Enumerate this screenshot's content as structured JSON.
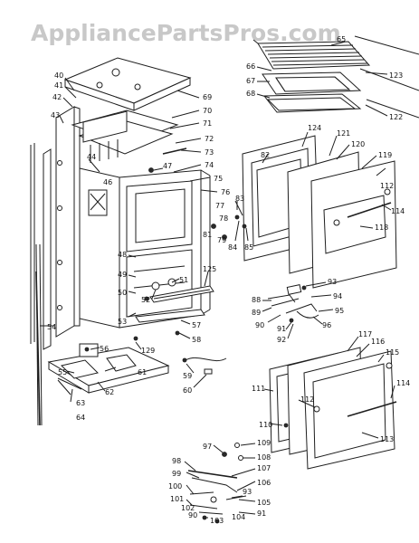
{
  "watermark": "AppliancePartsPros.com",
  "callouts": [
    {
      "id": "c40",
      "text": "40"
    },
    {
      "id": "c41",
      "text": "41"
    },
    {
      "id": "c42",
      "text": "42"
    },
    {
      "id": "c43",
      "text": "43"
    },
    {
      "id": "c44",
      "text": "44"
    },
    {
      "id": "c46",
      "text": "46"
    },
    {
      "id": "c47",
      "text": "47"
    },
    {
      "id": "c48",
      "text": "48"
    },
    {
      "id": "c49",
      "text": "49"
    },
    {
      "id": "c50",
      "text": "50"
    },
    {
      "id": "c51",
      "text": "51"
    },
    {
      "id": "c52",
      "text": "52"
    },
    {
      "id": "c53",
      "text": "53"
    },
    {
      "id": "c54",
      "text": "54"
    },
    {
      "id": "c55",
      "text": "55"
    },
    {
      "id": "c56",
      "text": "56"
    },
    {
      "id": "c57",
      "text": "57"
    },
    {
      "id": "c58",
      "text": "58"
    },
    {
      "id": "c59",
      "text": "59"
    },
    {
      "id": "c60",
      "text": "60"
    },
    {
      "id": "c61",
      "text": "61"
    },
    {
      "id": "c62",
      "text": "62"
    },
    {
      "id": "c63",
      "text": "63"
    },
    {
      "id": "c64",
      "text": "64"
    },
    {
      "id": "c65",
      "text": "65"
    },
    {
      "id": "c66",
      "text": "66"
    },
    {
      "id": "c67",
      "text": "67"
    },
    {
      "id": "c68",
      "text": "68"
    },
    {
      "id": "c69",
      "text": "69"
    },
    {
      "id": "c70",
      "text": "70"
    },
    {
      "id": "c71",
      "text": "71"
    },
    {
      "id": "c72",
      "text": "72"
    },
    {
      "id": "c73",
      "text": "73"
    },
    {
      "id": "c74",
      "text": "74"
    },
    {
      "id": "c75",
      "text": "75"
    },
    {
      "id": "c76",
      "text": "76"
    },
    {
      "id": "c77",
      "text": "77"
    },
    {
      "id": "c78",
      "text": "78"
    },
    {
      "id": "c79",
      "text": "79"
    },
    {
      "id": "c81",
      "text": "81"
    },
    {
      "id": "c82",
      "text": "82"
    },
    {
      "id": "c83",
      "text": "83"
    },
    {
      "id": "c84",
      "text": "84"
    },
    {
      "id": "c85",
      "text": "85"
    },
    {
      "id": "c88",
      "text": "88"
    },
    {
      "id": "c89",
      "text": "89"
    },
    {
      "id": "c90a",
      "text": "90"
    },
    {
      "id": "c91a",
      "text": "91"
    },
    {
      "id": "c92",
      "text": "92"
    },
    {
      "id": "c93a",
      "text": "93"
    },
    {
      "id": "c94",
      "text": "94"
    },
    {
      "id": "c95",
      "text": "95"
    },
    {
      "id": "c96",
      "text": "96"
    },
    {
      "id": "c97",
      "text": "97"
    },
    {
      "id": "c98",
      "text": "98"
    },
    {
      "id": "c99",
      "text": "99"
    },
    {
      "id": "c100",
      "text": "100"
    },
    {
      "id": "c101",
      "text": "101"
    },
    {
      "id": "c102",
      "text": "102"
    },
    {
      "id": "c103",
      "text": "103"
    },
    {
      "id": "c104",
      "text": "104"
    },
    {
      "id": "c105",
      "text": "105"
    },
    {
      "id": "c106",
      "text": "106"
    },
    {
      "id": "c107",
      "text": "107"
    },
    {
      "id": "c108",
      "text": "108"
    },
    {
      "id": "c109",
      "text": "109"
    },
    {
      "id": "c90b",
      "text": "90"
    },
    {
      "id": "c91b",
      "text": "91"
    },
    {
      "id": "c93b",
      "text": "93"
    },
    {
      "id": "c110",
      "text": "110"
    },
    {
      "id": "c111",
      "text": "111"
    },
    {
      "id": "c112a",
      "text": "112"
    },
    {
      "id": "c112b",
      "text": "112"
    },
    {
      "id": "c113",
      "text": "113"
    },
    {
      "id": "c114a",
      "text": "114"
    },
    {
      "id": "c114b",
      "text": "114"
    },
    {
      "id": "c115",
      "text": "115"
    },
    {
      "id": "c116",
      "text": "116"
    },
    {
      "id": "c117",
      "text": "117"
    },
    {
      "id": "c118",
      "text": "118"
    },
    {
      "id": "c119",
      "text": "119"
    },
    {
      "id": "c120",
      "text": "120"
    },
    {
      "id": "c121",
      "text": "121"
    },
    {
      "id": "c122",
      "text": "122"
    },
    {
      "id": "c123",
      "text": "123"
    },
    {
      "id": "c124",
      "text": "124"
    },
    {
      "id": "c125",
      "text": "125"
    },
    {
      "id": "c129",
      "text": "129"
    }
  ]
}
